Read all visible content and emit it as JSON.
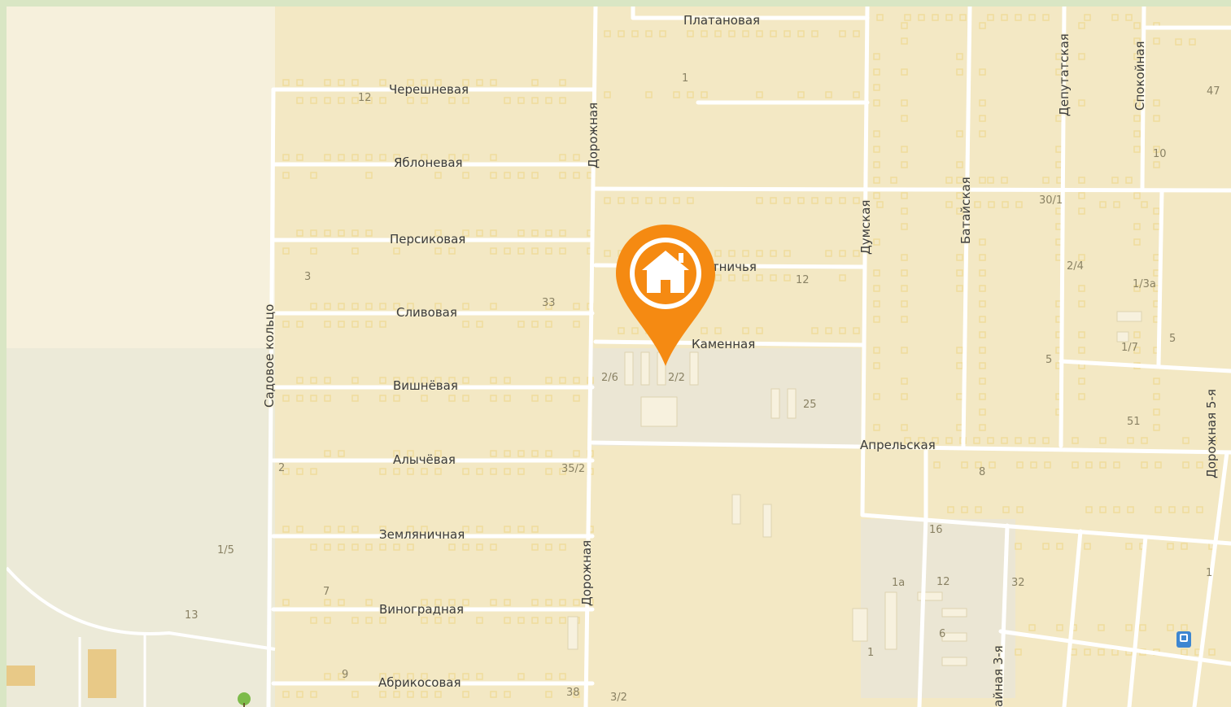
{
  "map": {
    "streets": {
      "platanovaya": "Платановая",
      "chereshnevaya": "Черешневая",
      "yablonevaya": "Яблоневая",
      "persikovaya": "Персиковая",
      "slivovaya": "Сливовая",
      "vishnevaya": "Вишнёвая",
      "alychevaya": "Алычёвая",
      "zemlyanichnaya": "Земляничная",
      "vinogradnaya": "Виноградная",
      "abrikosovaya": "Абрикосовая",
      "dorozhnaya_upper": "Дорожная",
      "dorozhnaya_lower": "Дорожная",
      "sadovoe_koltso": "Садовое кольцо",
      "okhotnichya": "Охотничья",
      "kamennaya": "Каменная",
      "dumskaya": "Думская",
      "bataiskaya": "Батайская",
      "deputatskaya": "Депутатская",
      "spokoinaya": "Спокойная",
      "aprelskaya": "Апрельская",
      "dorozhnaya_5": "Дорожная 5-я",
      "third_street": "айная 3-я"
    },
    "house_numbers": {
      "n1": "1",
      "n47": "47",
      "n10": "10",
      "n12a": "12",
      "n3": "3",
      "n33": "33",
      "n12b": "12",
      "n30_1": "30/1",
      "n2_4": "2/4",
      "n1_3a": "1/3а",
      "n1_7": "1/7",
      "n5a": "5",
      "n5b": "5",
      "n2_6": "2/6",
      "n2_2": "2/2",
      "n25": "25",
      "n51": "51",
      "n2": "2",
      "n35_2": "35/2",
      "n8": "8",
      "n1_5": "1/5",
      "n16": "16",
      "n1a": "1а",
      "n12c": "12",
      "n32": "32",
      "n7": "7",
      "n13": "13",
      "n6": "6",
      "n1b": "1",
      "n1c": "1",
      "n9": "9",
      "n38": "38",
      "n3_2": "3/2"
    },
    "colors": {
      "land": "#f3e8c4",
      "road": "#ffffff",
      "road_edge": "#d8cfa8",
      "building": "#f0dc9c",
      "pin": "#f58a12",
      "green_border": "#d9e6c4",
      "light_area": "#f6f0dc",
      "grey_area": "#ecead8"
    },
    "marker": {
      "icon": "home-icon"
    },
    "icons": {
      "transit": "bus-stop-icon",
      "tree": "tree-icon"
    }
  }
}
